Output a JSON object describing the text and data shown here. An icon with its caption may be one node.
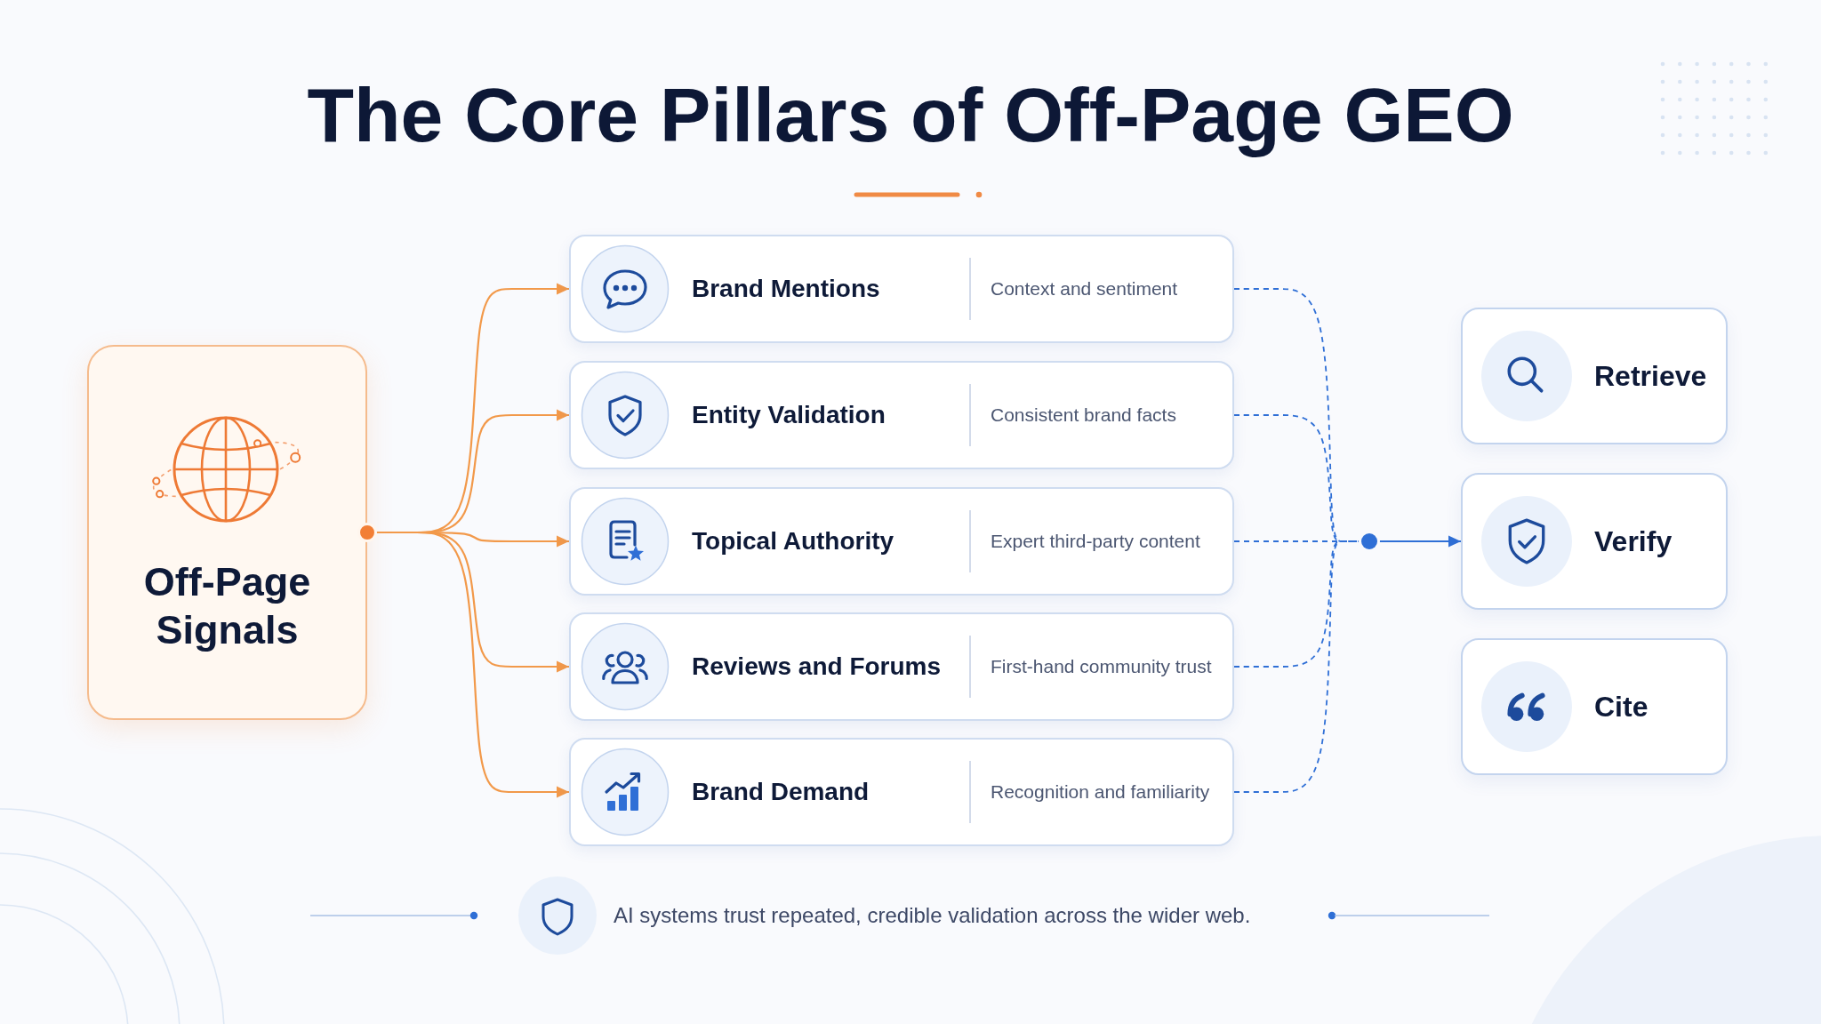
{
  "diagram": {
    "title": "The Core Pillars of Off-Page GEO",
    "nodes": [
      {
        "text": [
          "Off-Page Signals"
        ]
      },
      {
        "text": [
          "Brand Mentions",
          "Context and sentiment"
        ]
      },
      {
        "text": [
          "Entity Validation",
          "Consistent brand facts"
        ]
      },
      {
        "text": [
          "Topical Authority",
          "Expert third-party content"
        ]
      },
      {
        "text": [
          "Reviews and Forums",
          "First-hand community trust"
        ]
      },
      {
        "text": [
          "Brand Demand",
          "Recognition and familiarity"
        ]
      },
      {
        "text": [],
        "shape": "circle"
      },
      {
        "text": [
          "Retrieve"
        ]
      },
      {
        "text": [
          "Verify"
        ]
      },
      {
        "text": [
          "Cite"
        ]
      }
    ],
    "edges": [
      {
        "from": 0,
        "to": 1,
        "arrow": "to",
        "color": "#f2994a"
      },
      {
        "from": 0,
        "to": 2,
        "arrow": "to",
        "color": "#f2994a"
      },
      {
        "from": 0,
        "to": 3,
        "arrow": "to",
        "color": "#f2994a"
      },
      {
        "from": 0,
        "to": 4,
        "arrow": "to",
        "color": "#f2994a"
      },
      {
        "from": 0,
        "to": 5,
        "arrow": "to",
        "color": "#f2994a"
      },
      {
        "from": 1,
        "to": 6,
        "arrow": "none",
        "style": "dashed"
      },
      {
        "from": 2,
        "to": 6,
        "arrow": "none",
        "style": "dashed"
      },
      {
        "from": 3,
        "to": 6,
        "arrow": "none",
        "style": "dashed"
      },
      {
        "from": 4,
        "to": 6,
        "arrow": "none",
        "style": "dashed"
      },
      {
        "from": 5,
        "to": 6,
        "arrow": "none",
        "style": "dashed"
      },
      {
        "from": 6,
        "to": 8,
        "arrow": "to"
      }
    ],
    "labels": [
      "AI systems trust repeated, credible validation across the wider web."
    ]
  }
}
